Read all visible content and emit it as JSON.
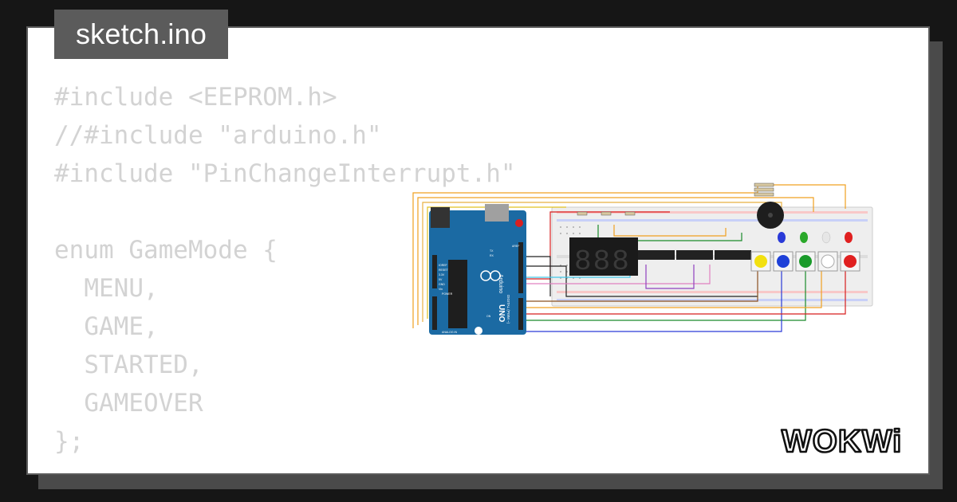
{
  "title_tab": {
    "label": "sketch.ino"
  },
  "code": {
    "lines": [
      "#include <EEPROM.h>",
      "//#include \"arduino.h\"",
      "#include \"PinChangeInterrupt.h\"",
      "",
      "enum GameMode {",
      "  MENU,",
      "  GAME,",
      "  STARTED,",
      "  GAMEOVER",
      "};"
    ]
  },
  "board": {
    "brand": "Arduino",
    "model": "UNO",
    "pin_labels": {
      "aref": "AREF",
      "gnd": "GND",
      "ioref": "IOREF",
      "reset": "RESET",
      "v33": "3.3V",
      "v5": "5V",
      "vin": "Vin",
      "digital": "DIGITAL (PWM ~)",
      "analog": "ANALOG IN",
      "power": "POWER",
      "tx": "TX",
      "rx": "RX",
      "on": "ON"
    }
  },
  "display": {
    "digits": "888"
  },
  "colors": {
    "background": "#161616",
    "card": "#ffffff",
    "tab": "#5b5b5b",
    "code_text": "#d3d3d3",
    "board": "#1b6aa3",
    "wire_orange": "#f0a020",
    "wire_green": "#1a8a2a",
    "wire_red": "#d81e1e",
    "wire_blue": "#2a3ad8"
  },
  "logo": {
    "text": "WOKWi"
  },
  "icons": {
    "logo": "wokwi-logo-icon",
    "board": "arduino-uno-icon",
    "breadboard": "breadboard-icon",
    "buzzer": "buzzer-icon"
  }
}
